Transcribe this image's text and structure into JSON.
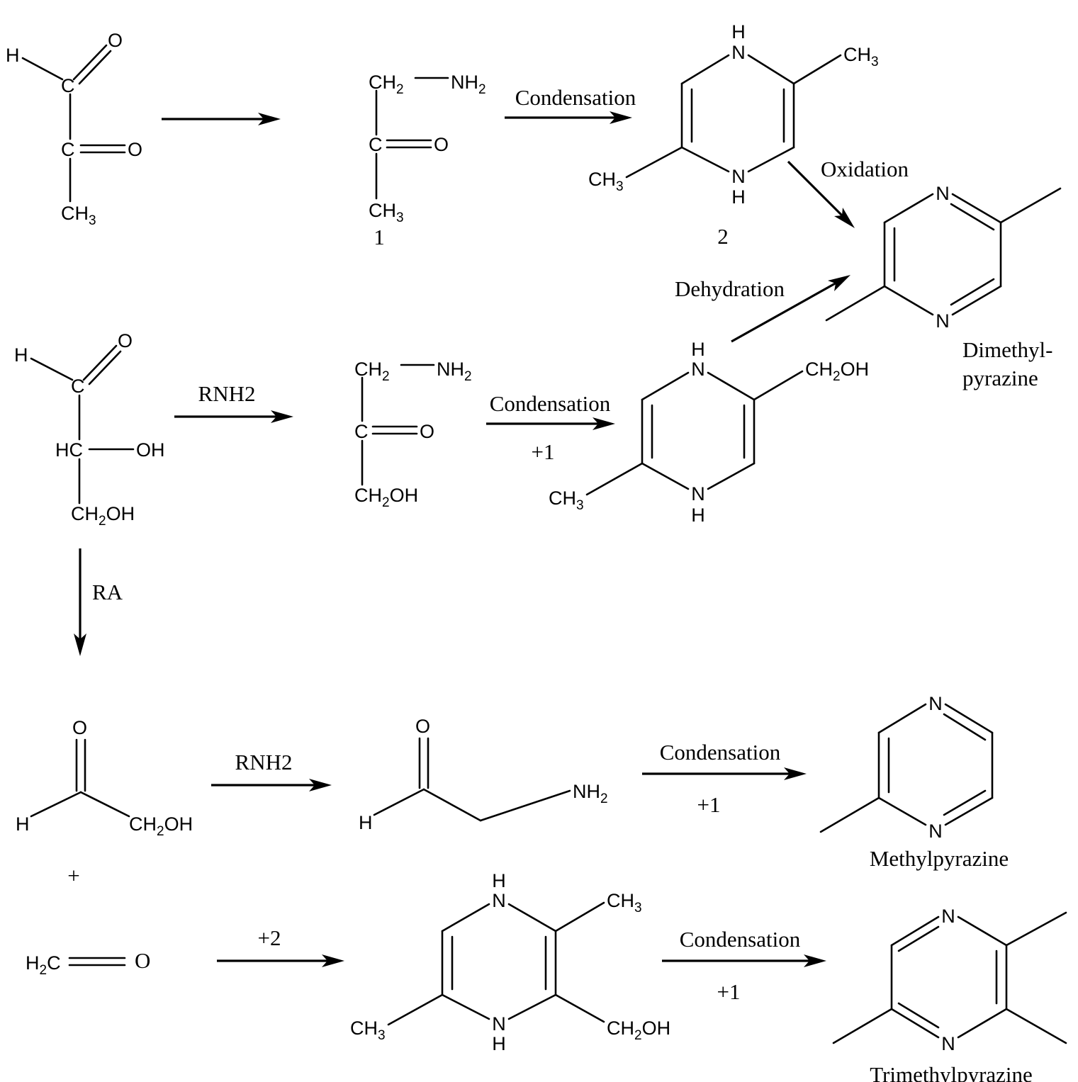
{
  "atoms": {
    "H": "H",
    "O": "O",
    "N": "N",
    "C": "C",
    "CH": "CH",
    "CH2": "CH",
    "NH": "NH",
    "HC": "HC",
    "OH": "OH",
    "H2C": "H",
    "sub2": "2",
    "sub3": "3"
  },
  "labels": {
    "cond_top": "Condensation",
    "oxidation": "Oxidation",
    "dehydration": "Dehydration",
    "cond_mid": "Condensation",
    "plus1_mid": "+1",
    "rnh2_mid": "RNH2",
    "ra": "RA",
    "rnh2_bot": "RNH2",
    "cond_bot1": "Condensation",
    "plus1_bot1": "+1",
    "plus_sign": "+",
    "plus2": "+2",
    "cond_bot2": "Condensation",
    "plus1_bot2": "+1",
    "num1": "1",
    "num2": "2",
    "dimethyl_line1": "Dimethyl-",
    "dimethyl_line2": "pyrazine",
    "methylpyrazine": "Methylpyrazine",
    "trimethylpyrazine": "Trimethylpyrazine"
  }
}
